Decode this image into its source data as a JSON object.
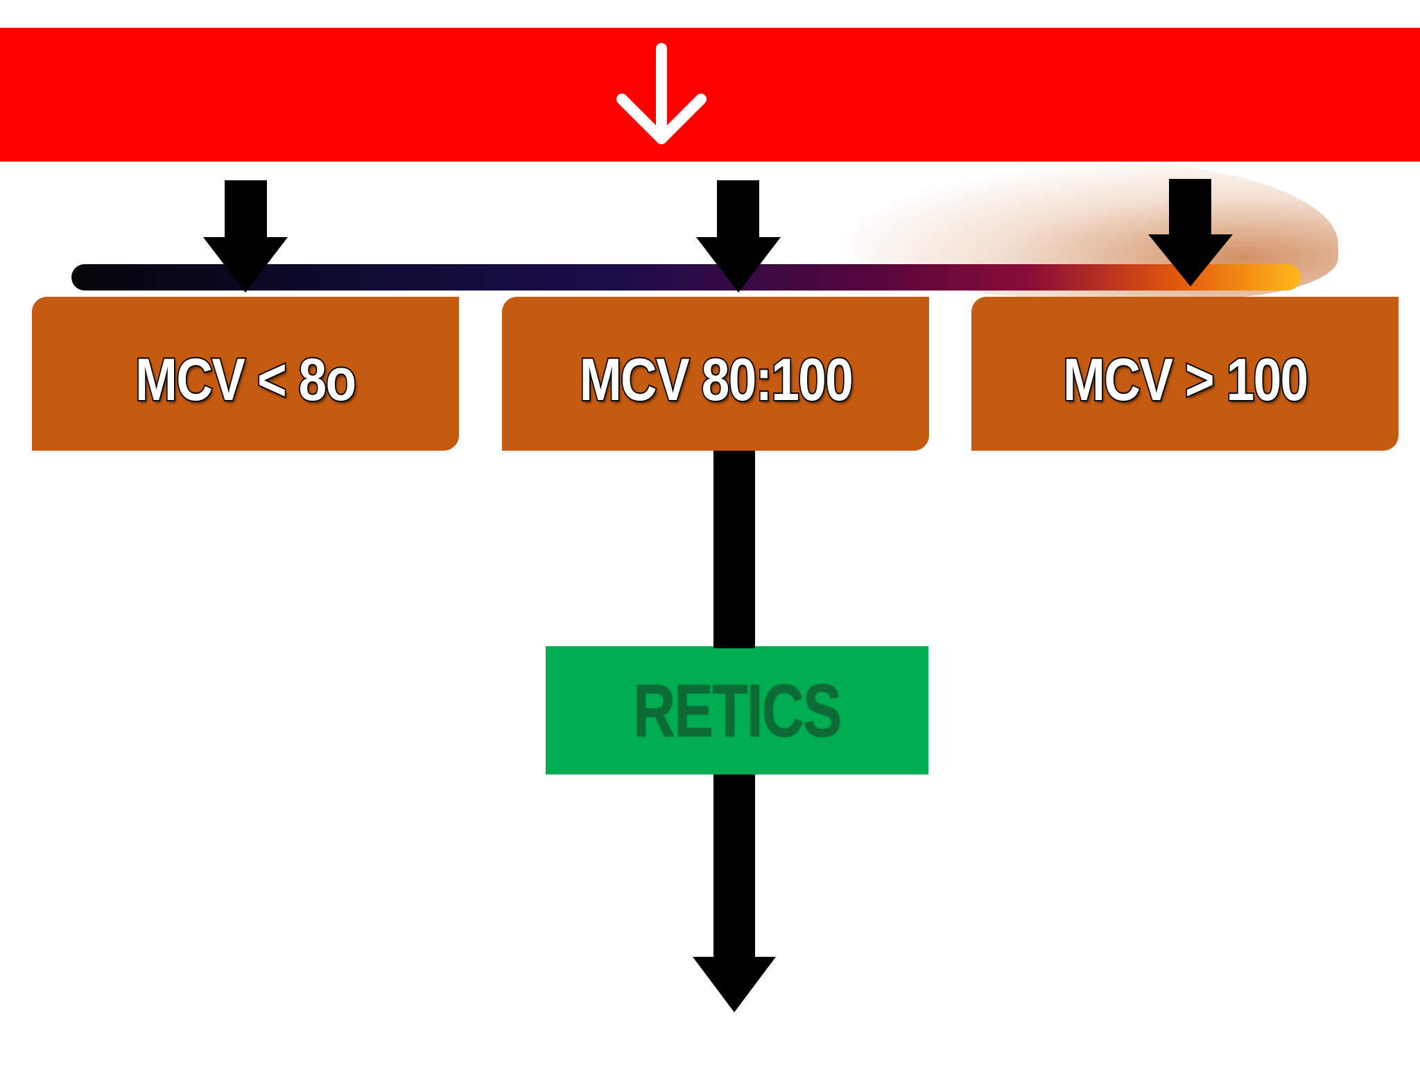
{
  "diagram": {
    "categories": [
      {
        "label": "MCV < 8o"
      },
      {
        "label": "MCV 80:100"
      },
      {
        "label": "MCV > 100"
      }
    ],
    "next_step": {
      "label": "RETICS"
    }
  },
  "colors": {
    "banner": "#ff0000",
    "category_box": "#c55a11",
    "next_step_box": "#00ad50",
    "next_step_text": "#0c6b35",
    "arrow": "#000000",
    "banner_arrow": "#ffffff"
  },
  "icons": {
    "banner_arrow": "arrow-down-outline-icon",
    "connector_arrow": "arrow-down-solid-icon"
  }
}
